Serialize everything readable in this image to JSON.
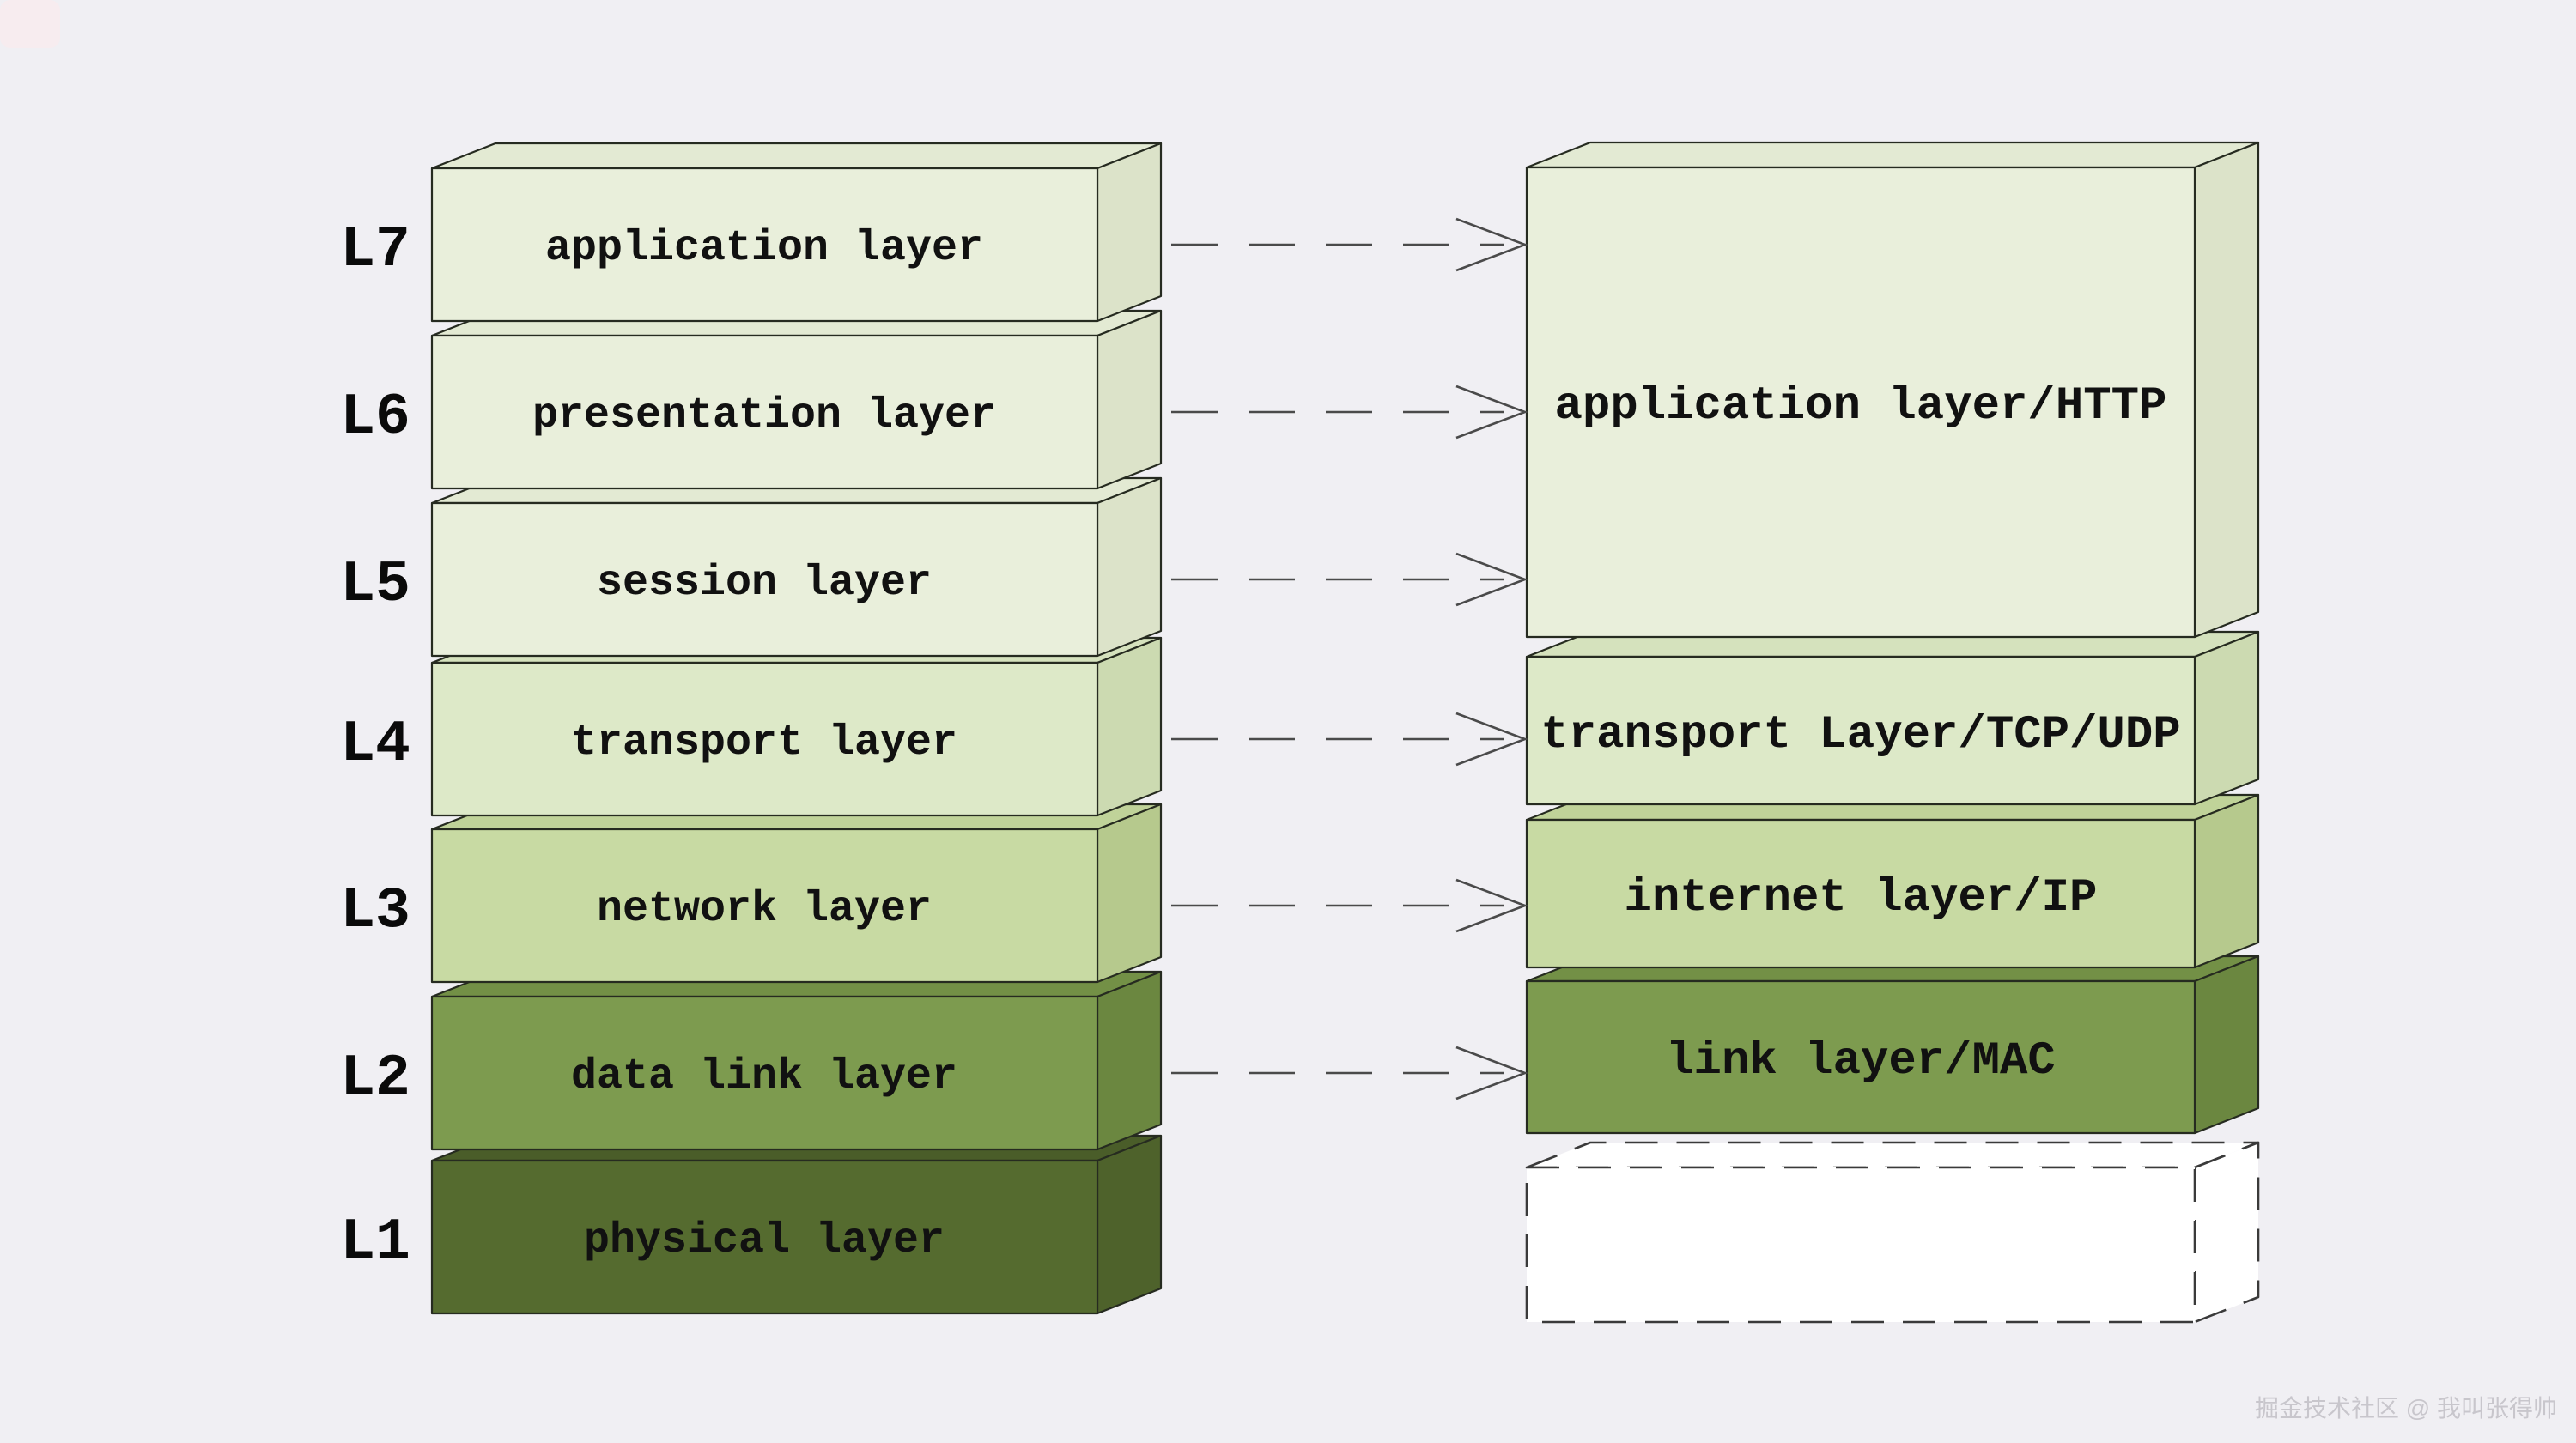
{
  "background_color": "#f0eff3",
  "line_color": "#262b20",
  "arrow_color": "#4a4a4a",
  "text_color": "#111111",
  "corner_tint": "#f7ecef",
  "watermark": "掘金技术社区 @ 我叫张得帅",
  "osi_model": {
    "layers": [
      {
        "id": "L7",
        "name": "application layer",
        "fill": "#e9efdb",
        "top_fill": "#e3ead3",
        "side_fill": "#dce3c9"
      },
      {
        "id": "L6",
        "name": "presentation layer",
        "fill": "#e9efdb",
        "top_fill": "#e3ead3",
        "side_fill": "#dce3c9"
      },
      {
        "id": "L5",
        "name": "session layer",
        "fill": "#e9efdb",
        "top_fill": "#e3ead3",
        "side_fill": "#dce3c9"
      },
      {
        "id": "L4",
        "name": "transport layer",
        "fill": "#dde9c8",
        "top_fill": "#d5e2bd",
        "side_fill": "#ccdab1"
      },
      {
        "id": "L3",
        "name": "network layer",
        "fill": "#c8daa3",
        "top_fill": "#c0d399",
        "side_fill": "#b6c98d"
      },
      {
        "id": "L2",
        "name": "data link layer",
        "fill": "#7d9b4f",
        "top_fill": "#739046",
        "side_fill": "#6b8740"
      },
      {
        "id": "L1",
        "name": "physical layer",
        "fill": "#556b2f",
        "top_fill": "#4a5d29",
        "side_fill": "#4e622b"
      }
    ]
  },
  "tcpip_model": {
    "boxes": [
      {
        "name": "application layer/HTTP",
        "fill": "#e9efdb",
        "top_fill": "#e3ead3",
        "side_fill": "#dce3c9"
      },
      {
        "name": "transport Layer/TCP/UDP",
        "fill": "#dde9c8",
        "top_fill": "#d5e2bd",
        "side_fill": "#ccdab1"
      },
      {
        "name": "internet layer/IP",
        "fill": "#c8daa3",
        "top_fill": "#c0d399",
        "side_fill": "#b6c98d"
      },
      {
        "name": "link layer/MAC",
        "fill": "#7d9b4f",
        "top_fill": "#739046",
        "side_fill": "#6b8740"
      },
      {
        "name": "",
        "fill": "#ffffff",
        "top_fill": "#ffffff",
        "side_fill": "#ffffff"
      }
    ]
  },
  "arrows": {
    "style": "dashed-open-head",
    "connections": [
      {
        "from": "L7",
        "to": "application layer/HTTP"
      },
      {
        "from": "L6",
        "to": "application layer/HTTP"
      },
      {
        "from": "L5",
        "to": "application layer/HTTP"
      },
      {
        "from": "L4",
        "to": "transport Layer/TCP/UDP"
      },
      {
        "from": "L3",
        "to": "internet layer/IP"
      },
      {
        "from": "L2",
        "to": "link layer/MAC"
      }
    ]
  }
}
